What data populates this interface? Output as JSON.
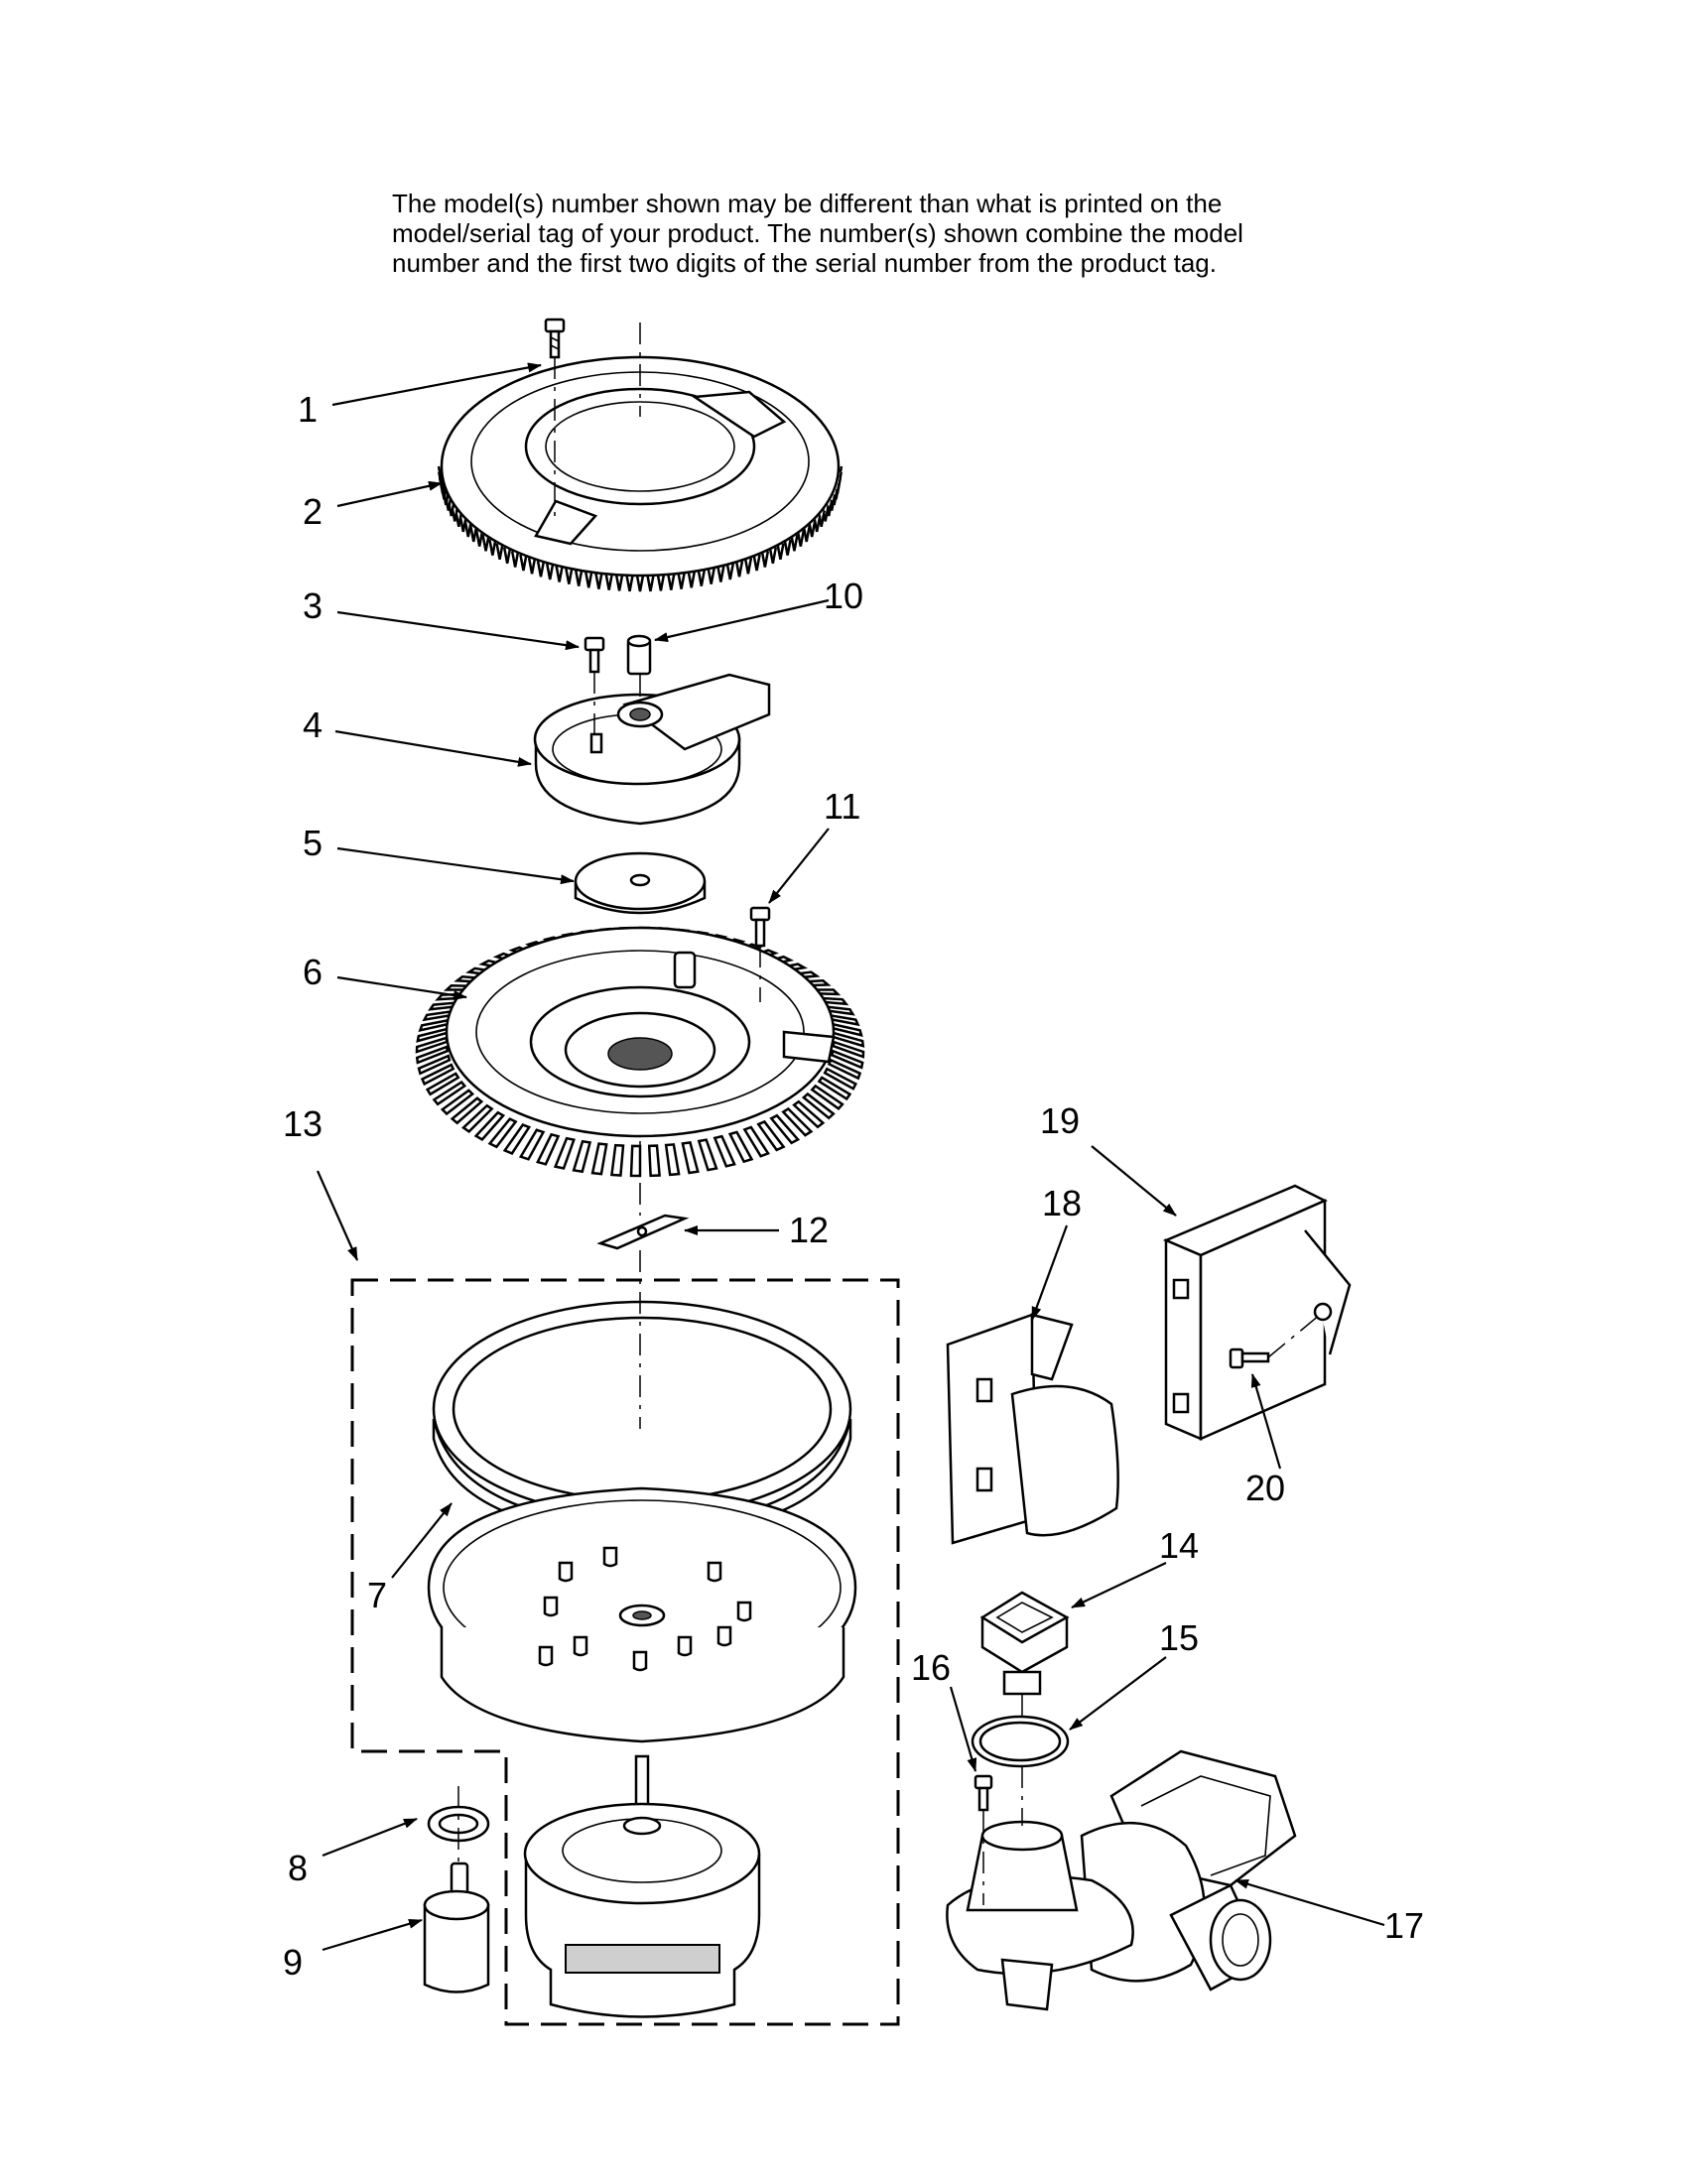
{
  "notice": {
    "lines": [
      "The model(s) number shown may be different than what is printed on the",
      "model/serial tag of your product. The number(s) shown combine the model",
      "number and the first two digits of the serial number from the product tag."
    ]
  },
  "callouts": [
    {
      "id": "1",
      "text": "1"
    },
    {
      "id": "2",
      "text": "2"
    },
    {
      "id": "3",
      "text": "3"
    },
    {
      "id": "4",
      "text": "4"
    },
    {
      "id": "5",
      "text": "5"
    },
    {
      "id": "6",
      "text": "6"
    },
    {
      "id": "7",
      "text": "7"
    },
    {
      "id": "8",
      "text": "8"
    },
    {
      "id": "9",
      "text": "9"
    },
    {
      "id": "10",
      "text": "10"
    },
    {
      "id": "11",
      "text": "11"
    },
    {
      "id": "12",
      "text": "12"
    },
    {
      "id": "13",
      "text": "13"
    },
    {
      "id": "14",
      "text": "14"
    },
    {
      "id": "15",
      "text": "15"
    },
    {
      "id": "16",
      "text": "16"
    },
    {
      "id": "17",
      "text": "17"
    },
    {
      "id": "18",
      "text": "18"
    },
    {
      "id": "19",
      "text": "19"
    },
    {
      "id": "20",
      "text": "20"
    }
  ]
}
